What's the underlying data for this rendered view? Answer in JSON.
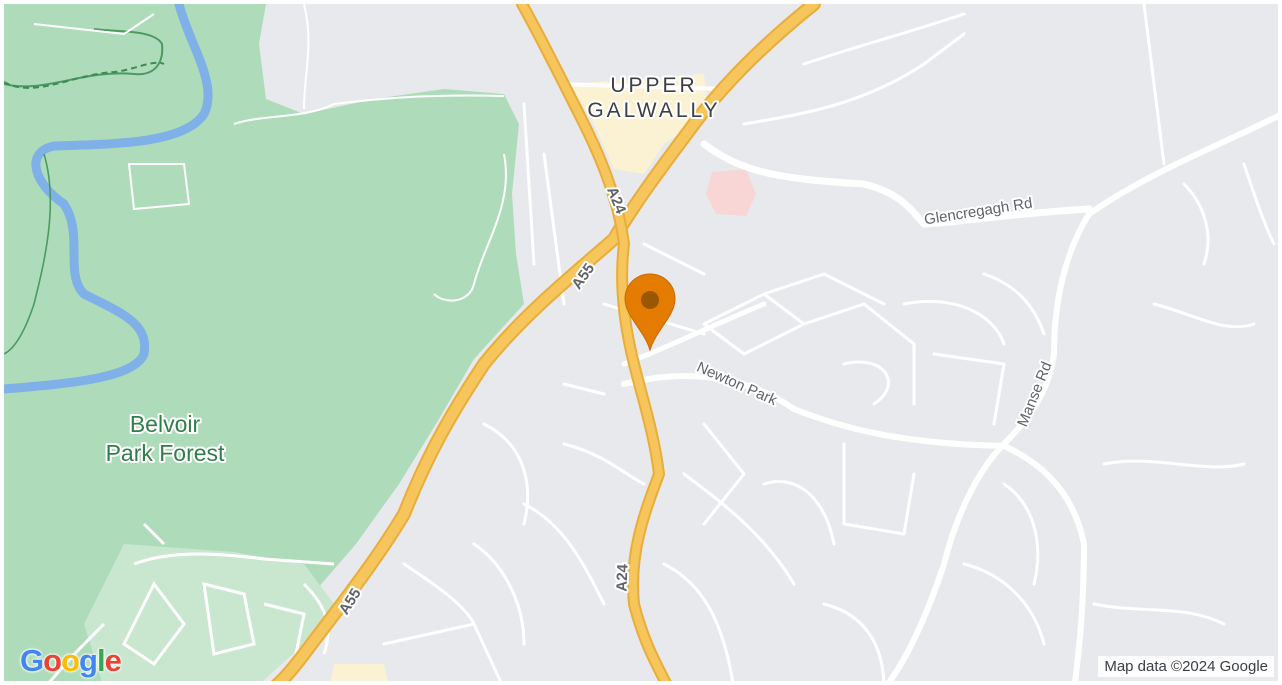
{
  "labels": {
    "district_line1": "UPPER",
    "district_line2": "GALWALLY",
    "park_line1": "Belvoir",
    "park_line2": "Park Forest",
    "glencregagh": "Glencregagh Rd",
    "newton": "Newton Park",
    "manse": "Manse Rd",
    "a24_north": "A24",
    "a24_south": "A24",
    "a55_north": "A55",
    "a55_south": "A55"
  },
  "logo": {
    "letters": [
      "G",
      "o",
      "o",
      "g",
      "l",
      "e"
    ],
    "colors": [
      "#4285f4",
      "#ea4335",
      "#fbbc05",
      "#4285f4",
      "#34a853",
      "#ea4335"
    ]
  },
  "attribution": "Map data ©2024 Google",
  "colors": {
    "land": "#e8e9ec",
    "forest": "#aedcba",
    "water": "#7fb0e8",
    "highway": "#f6c55b",
    "highway_edge": "#e8ad3a",
    "local_road": "#ffffff",
    "commercial": "#fbf1d3",
    "hospital": "#f9d6d6",
    "marker": "#e37c00",
    "marker_dot": "#9a5600"
  },
  "marker": {
    "name": "location-pin-icon"
  }
}
